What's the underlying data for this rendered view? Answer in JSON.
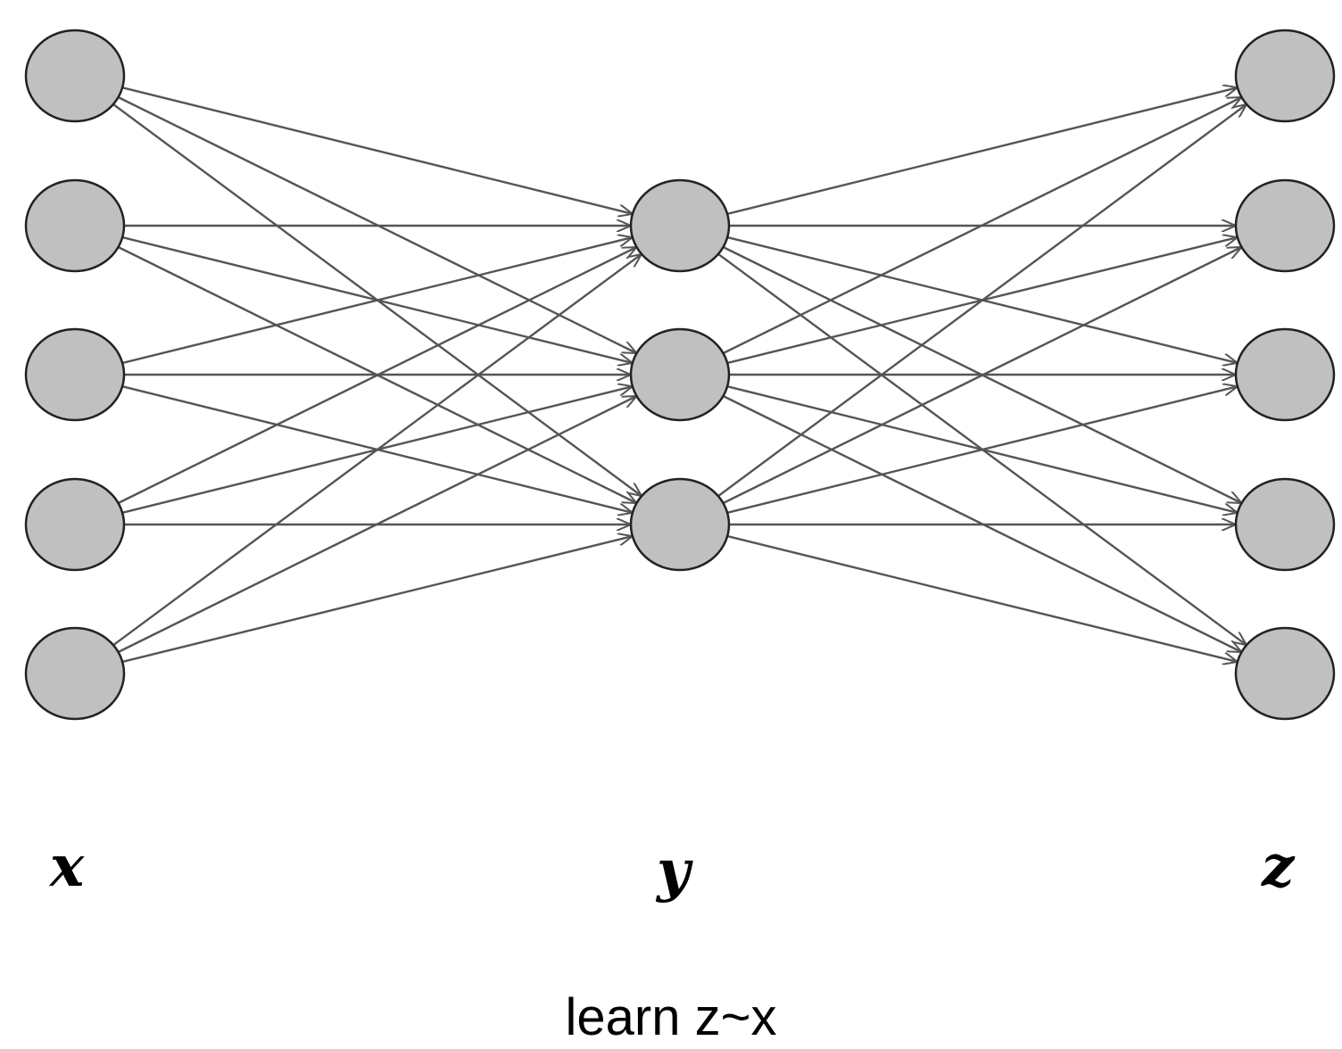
{
  "diagram": {
    "layers": [
      {
        "id": "x",
        "label": "x",
        "node_count": 5
      },
      {
        "id": "y",
        "label": "y",
        "node_count": 3
      },
      {
        "id": "z",
        "label": "z",
        "node_count": 5
      }
    ],
    "connections": "fully-connected",
    "colors": {
      "node_fill": "#c0c0c0",
      "node_stroke": "#222222",
      "edge": "#555555"
    }
  },
  "caption": "learn z~x"
}
